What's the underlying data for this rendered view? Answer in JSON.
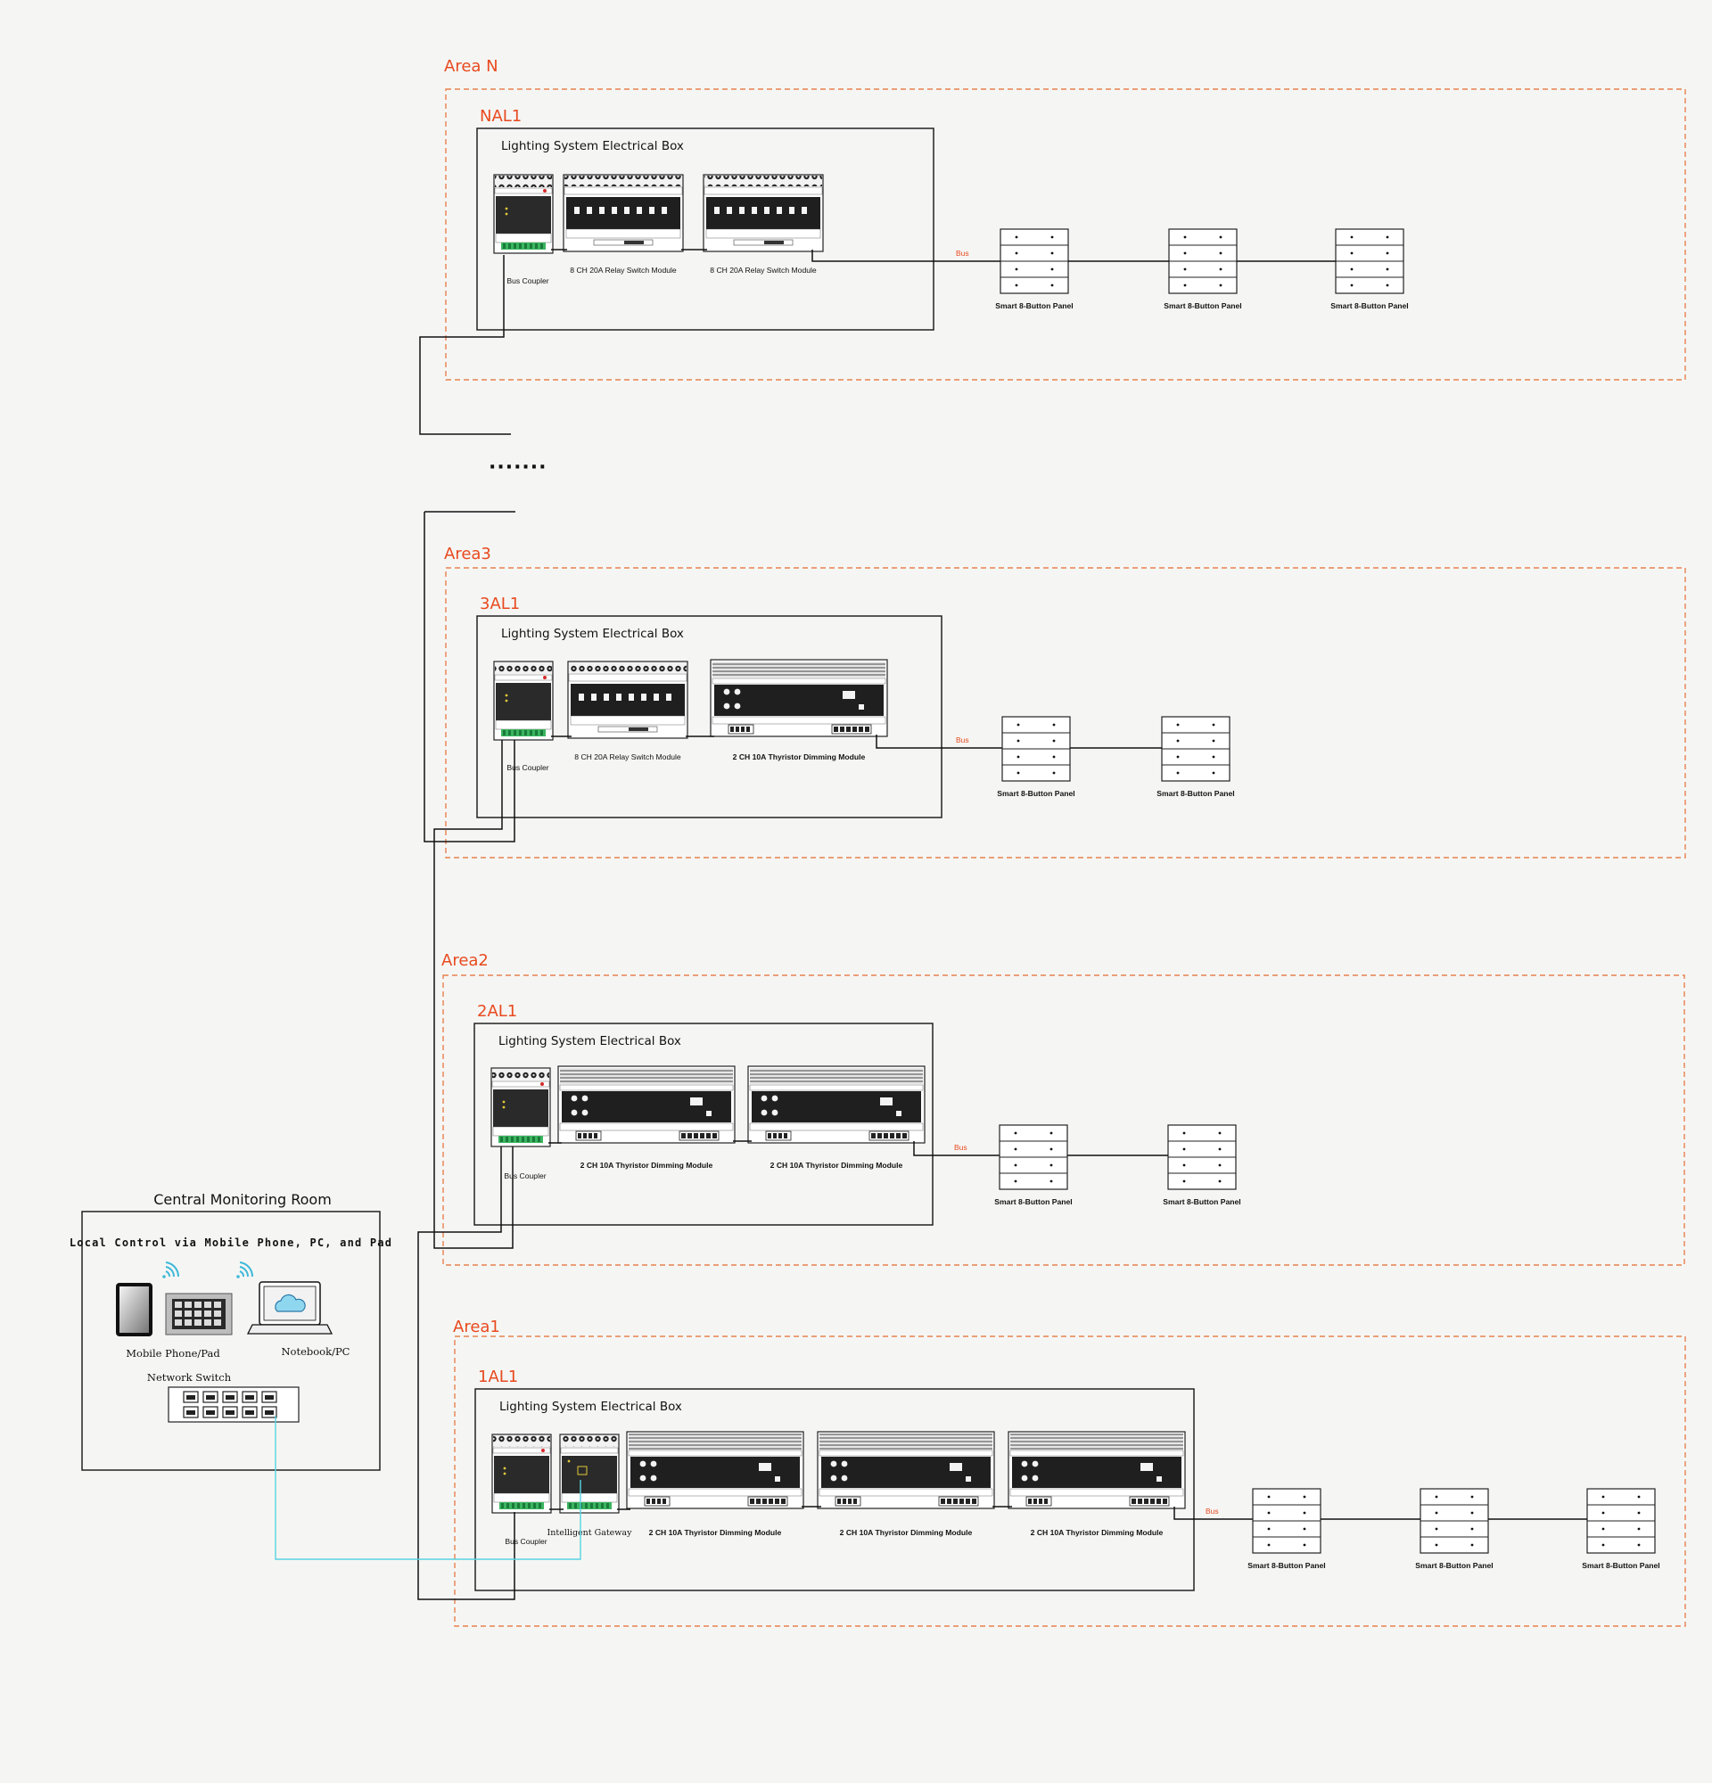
{
  "colors": {
    "background": "#f5f6f4",
    "area_dash": "#e8804f",
    "area_label": "#e84a1f",
    "bus_line": "#111111",
    "bus_label": "#e84a1f",
    "network_link": "#58d4e0",
    "wifi": "#3fb8d8"
  },
  "areas": [
    {
      "name": "Area N",
      "box": "NAL1",
      "box_title": "Lighting System Electrical Box",
      "modules": [
        {
          "type": "bus-coupler",
          "label": "Bus Coupler"
        },
        {
          "type": "relay",
          "label": "8 CH 20A Relay Switch Module"
        },
        {
          "type": "relay",
          "label": "8 CH 20A Relay Switch Module"
        }
      ],
      "bus_label": "Bus",
      "panels": [
        "Smart 8-Button Panel",
        "Smart 8-Button Panel",
        "Smart 8-Button Panel"
      ]
    },
    {
      "name": "Area3",
      "box": "3AL1",
      "box_title": "Lighting System Electrical Box",
      "modules": [
        {
          "type": "bus-coupler",
          "label": "Bus Coupler"
        },
        {
          "type": "relay",
          "label": "8 CH 20A Relay Switch Module"
        },
        {
          "type": "dimmer",
          "label": "2 CH 10A Thyristor Dimming Module"
        }
      ],
      "bus_label": "Bus",
      "panels": [
        "Smart 8-Button Panel",
        "Smart 8-Button Panel"
      ]
    },
    {
      "name": "Area2",
      "box": "2AL1",
      "box_title": "Lighting System Electrical Box",
      "modules": [
        {
          "type": "bus-coupler",
          "label": "Bus Coupler"
        },
        {
          "type": "dimmer",
          "label": "2 CH 10A Thyristor Dimming Module"
        },
        {
          "type": "dimmer",
          "label": "2 CH 10A Thyristor Dimming Module"
        }
      ],
      "bus_label": "Bus",
      "panels": [
        "Smart 8-Button Panel",
        "Smart 8-Button Panel"
      ]
    },
    {
      "name": "Area1",
      "box": "1AL1",
      "box_title": "Lighting System Electrical Box",
      "modules": [
        {
          "type": "bus-coupler",
          "label": "Bus Coupler"
        },
        {
          "type": "gateway",
          "label": "Intelligent Gateway"
        },
        {
          "type": "dimmer",
          "label": "2 CH 10A Thyristor Dimming Module"
        },
        {
          "type": "dimmer",
          "label": "2 CH 10A Thyristor Dimming Module"
        },
        {
          "type": "dimmer",
          "label": "2 CH 10A Thyristor Dimming Module"
        }
      ],
      "bus_label": "Bus",
      "panels": [
        "Smart 8-Button Panel",
        "Smart 8-Button Panel",
        "Smart 8-Button Panel"
      ]
    }
  ],
  "ellipsis": "·······",
  "monitoring_room": {
    "title": "Central Monitoring Room",
    "subtitle": "Local Control via Mobile Phone, PC, and Pad",
    "mobile_label": "Mobile Phone/Pad",
    "notebook_label": "Notebook/PC",
    "switch_label": "Network Switch",
    "icons": [
      "tablet-icon",
      "keypad-icon",
      "laptop-icon",
      "cloud-icon",
      "wifi-icon",
      "network-switch-icon"
    ]
  }
}
